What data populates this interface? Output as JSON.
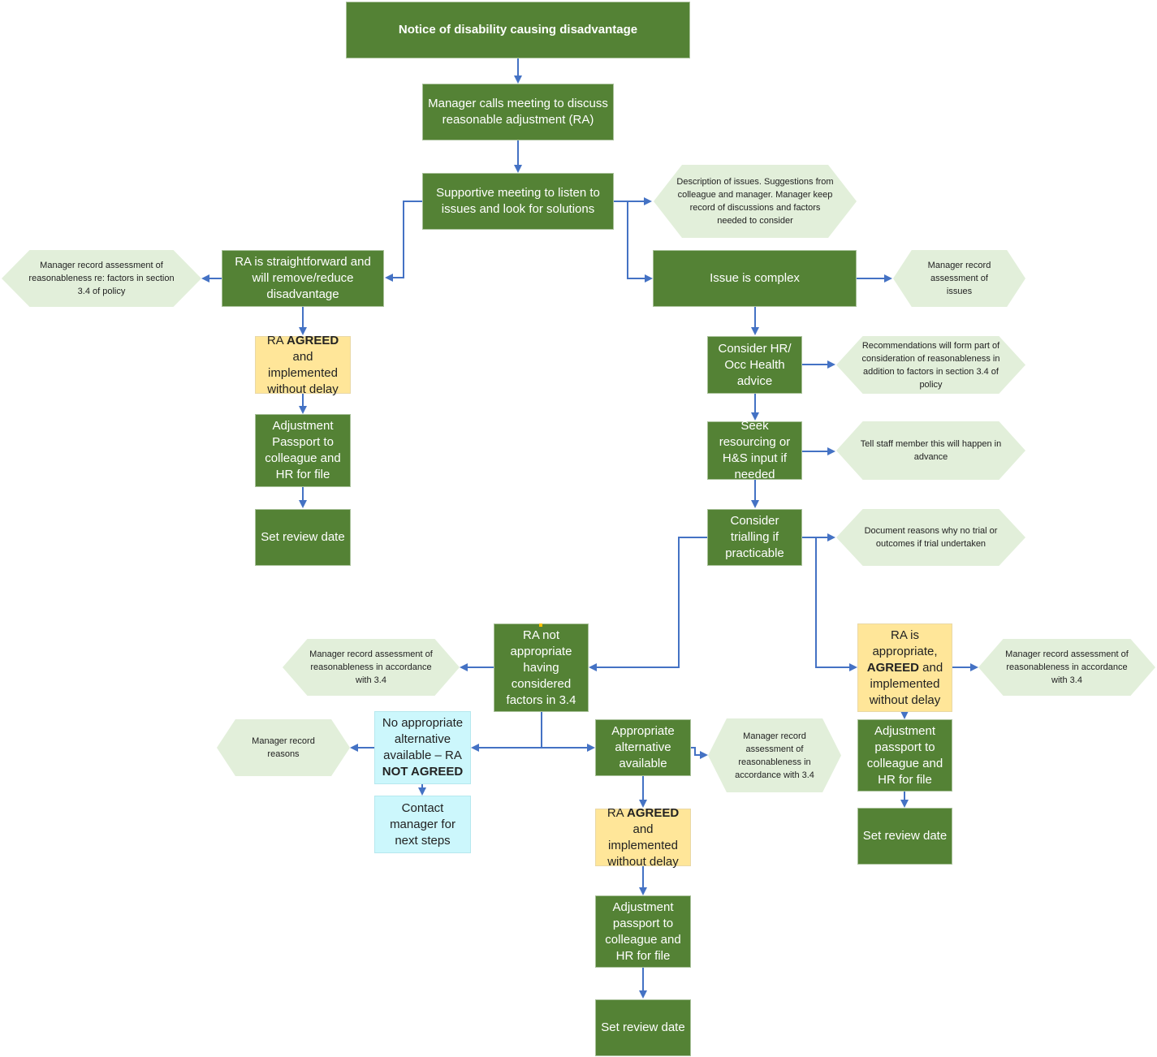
{
  "nodes": {
    "notice": "Notice of disability causing disadvantage",
    "manager_calls": "Manager calls meeting to discuss reasonable adjustment (RA)",
    "supportive_meeting": "Supportive meeting to listen to issues and look for solutions",
    "description_issues": "Description of issues. Suggestions from colleague and manager. Manager keep record of discussions and factors needed to consider",
    "ra_straightforward": "RA is straightforward and will remove/reduce disadvantage",
    "record_assessment_left": "Manager record assessment of reasonableness re: factors in section 3.4 of policy",
    "issue_complex": "Issue is complex",
    "record_issues": "Manager record assessment of issues",
    "ra_agreed_left": {
      "pre": "RA ",
      "bold": "AGREED",
      "post": " and implemented without delay"
    },
    "adjustment_passport_left": "Adjustment Passport to colleague and HR for file",
    "set_review_left": "Set review date",
    "consider_hr": "Consider HR/ Occ Health advice",
    "recommendations": "Recommendations will form part of consideration of reasonableness in addition to factors in section 3.4 of policy",
    "seek_resourcing": "Seek resourcing or H&S input if needed",
    "tell_staff": "Tell staff member this will happen in advance",
    "consider_trialling": "Consider trialling if practicable",
    "document_reasons": "Document reasons why no trial or outcomes if trial undertaken",
    "ra_not_appropriate": "RA not appropriate having considered factors in 3.4",
    "record_assessment_mid": "Manager record assessment of reasonableness in accordance with 3.4",
    "ra_appropriate": {
      "pre": "RA is appropriate, ",
      "bold": "AGREED",
      "post": " and implemented without delay"
    },
    "record_assessment_right": "Manager record assessment of reasonableness in accordance with 3.4",
    "record_reasons": "Manager record reasons",
    "no_alternative": {
      "pre": "No appropriate alternative available – RA ",
      "bold": "NOT AGREED",
      "post": ""
    },
    "appropriate_alternative": "Appropriate alternative available",
    "record_assessment_alt": "Manager record assessment of reasonableness in accordance with 3.4",
    "contact_manager": "Contact manager for next steps",
    "ra_agreed_mid": {
      "pre": "RA ",
      "bold": "AGREED",
      "post": " and implemented without delay"
    },
    "adjustment_passport_right": "Adjustment passport to colleague and HR for file",
    "set_review_right": "Set review date",
    "adjustment_passport_mid": "Adjustment passport to colleague and HR for file",
    "set_review_mid": "Set review date"
  },
  "colors": {
    "process_green": "#548235",
    "agreed_yellow": "#ffe699",
    "not_agreed_cyan": "#ccf7fc",
    "note_hexagon": "#e2efda",
    "connector_blue": "#4472c4"
  }
}
